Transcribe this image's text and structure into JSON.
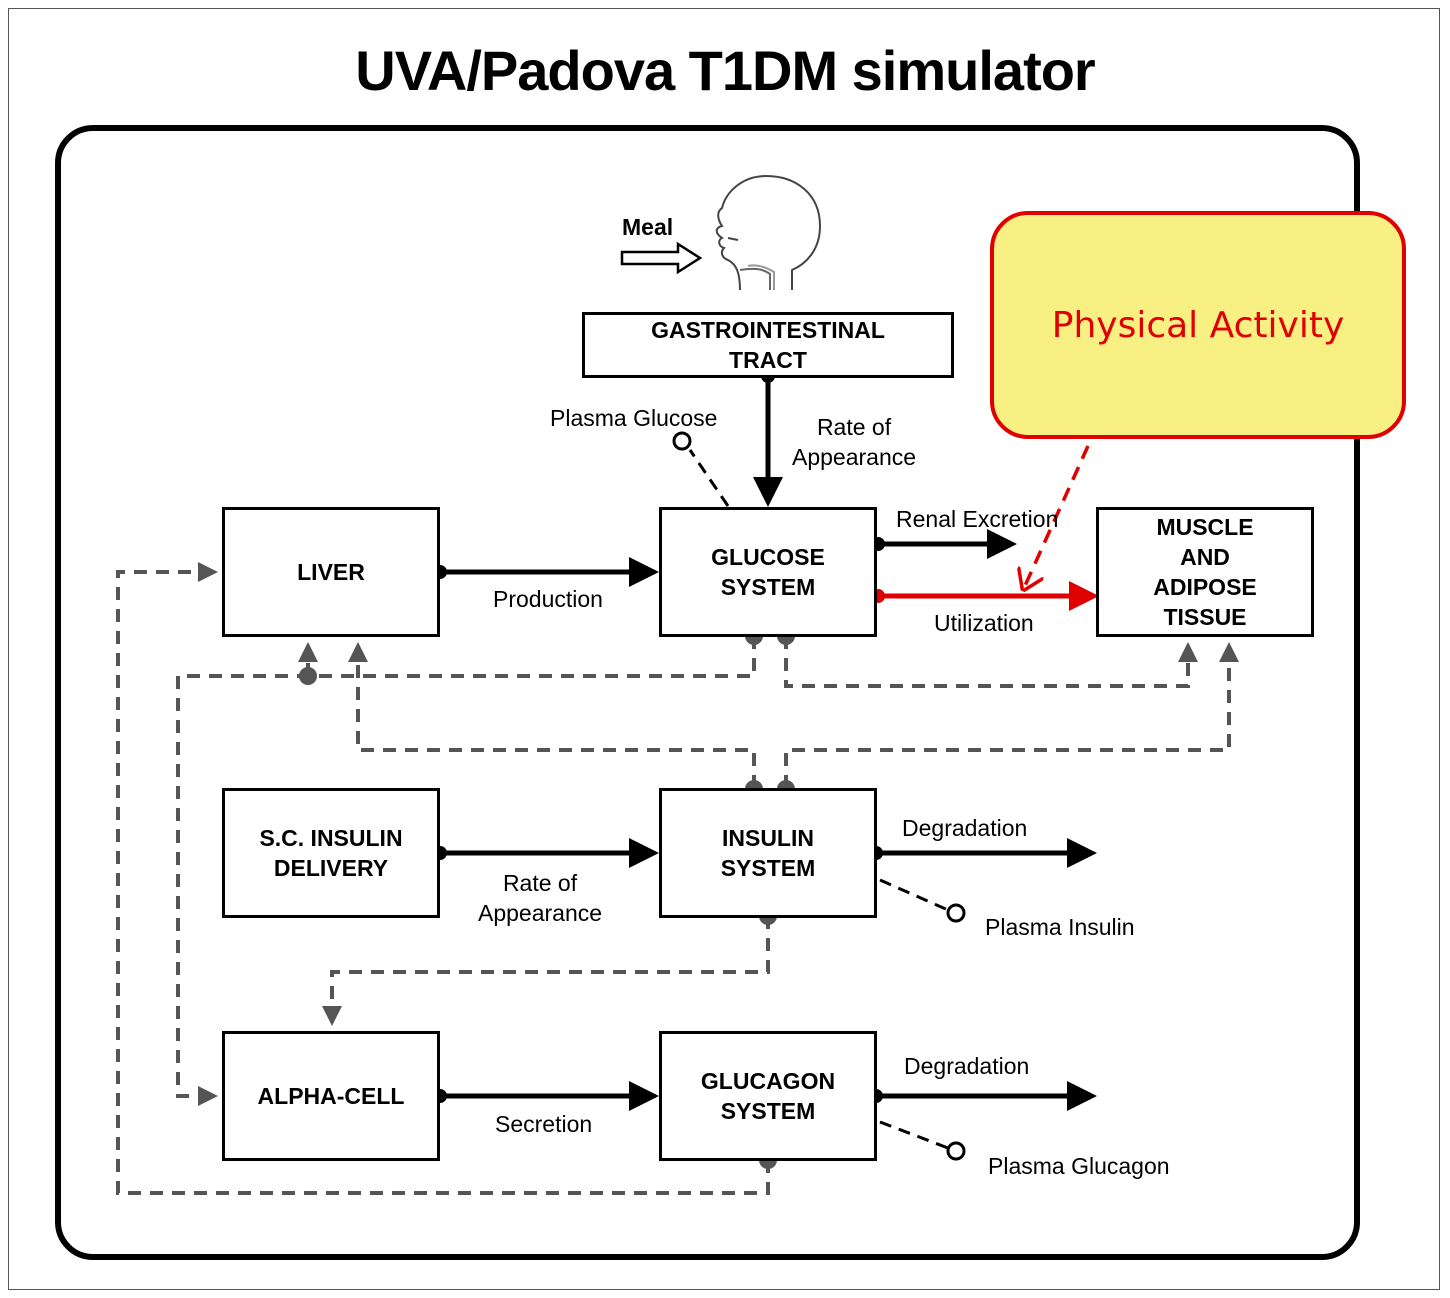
{
  "title": "UVA/Padova T1DM simulator",
  "boxes": {
    "gi": "GASTROINTESTINAL\nTRACT",
    "liver": "LIVER",
    "glucose": "GLUCOSE\nSYSTEM",
    "muscle": "MUSCLE\nAND\nADIPOSE\nTISSUE",
    "sc_insulin": "S.C. INSULIN\nDELIVERY",
    "insulin": "INSULIN\nSYSTEM",
    "alpha": "ALPHA-CELL",
    "glucagon": "GLUCAGON\nSYSTEM"
  },
  "labels": {
    "meal": "Meal",
    "plasma_glucose": "Plasma Glucose",
    "rate_appearance_glucose": "Rate of\nAppearance",
    "renal_excretion": "Renal Excretion",
    "production": "Production",
    "utilization": "Utilization",
    "degradation_insulin": "Degradation",
    "rate_appearance_insulin": "Rate of\nAppearance",
    "plasma_insulin": "Plasma Insulin",
    "degradation_glucagon": "Degradation",
    "secretion": "Secretion",
    "plasma_glucagon": "Plasma Glucagon"
  },
  "callout": {
    "text": "Physical Activity"
  },
  "colors": {
    "highlight": "#e00000",
    "callout_fill": "#f8f083",
    "dashed": "#555555"
  }
}
